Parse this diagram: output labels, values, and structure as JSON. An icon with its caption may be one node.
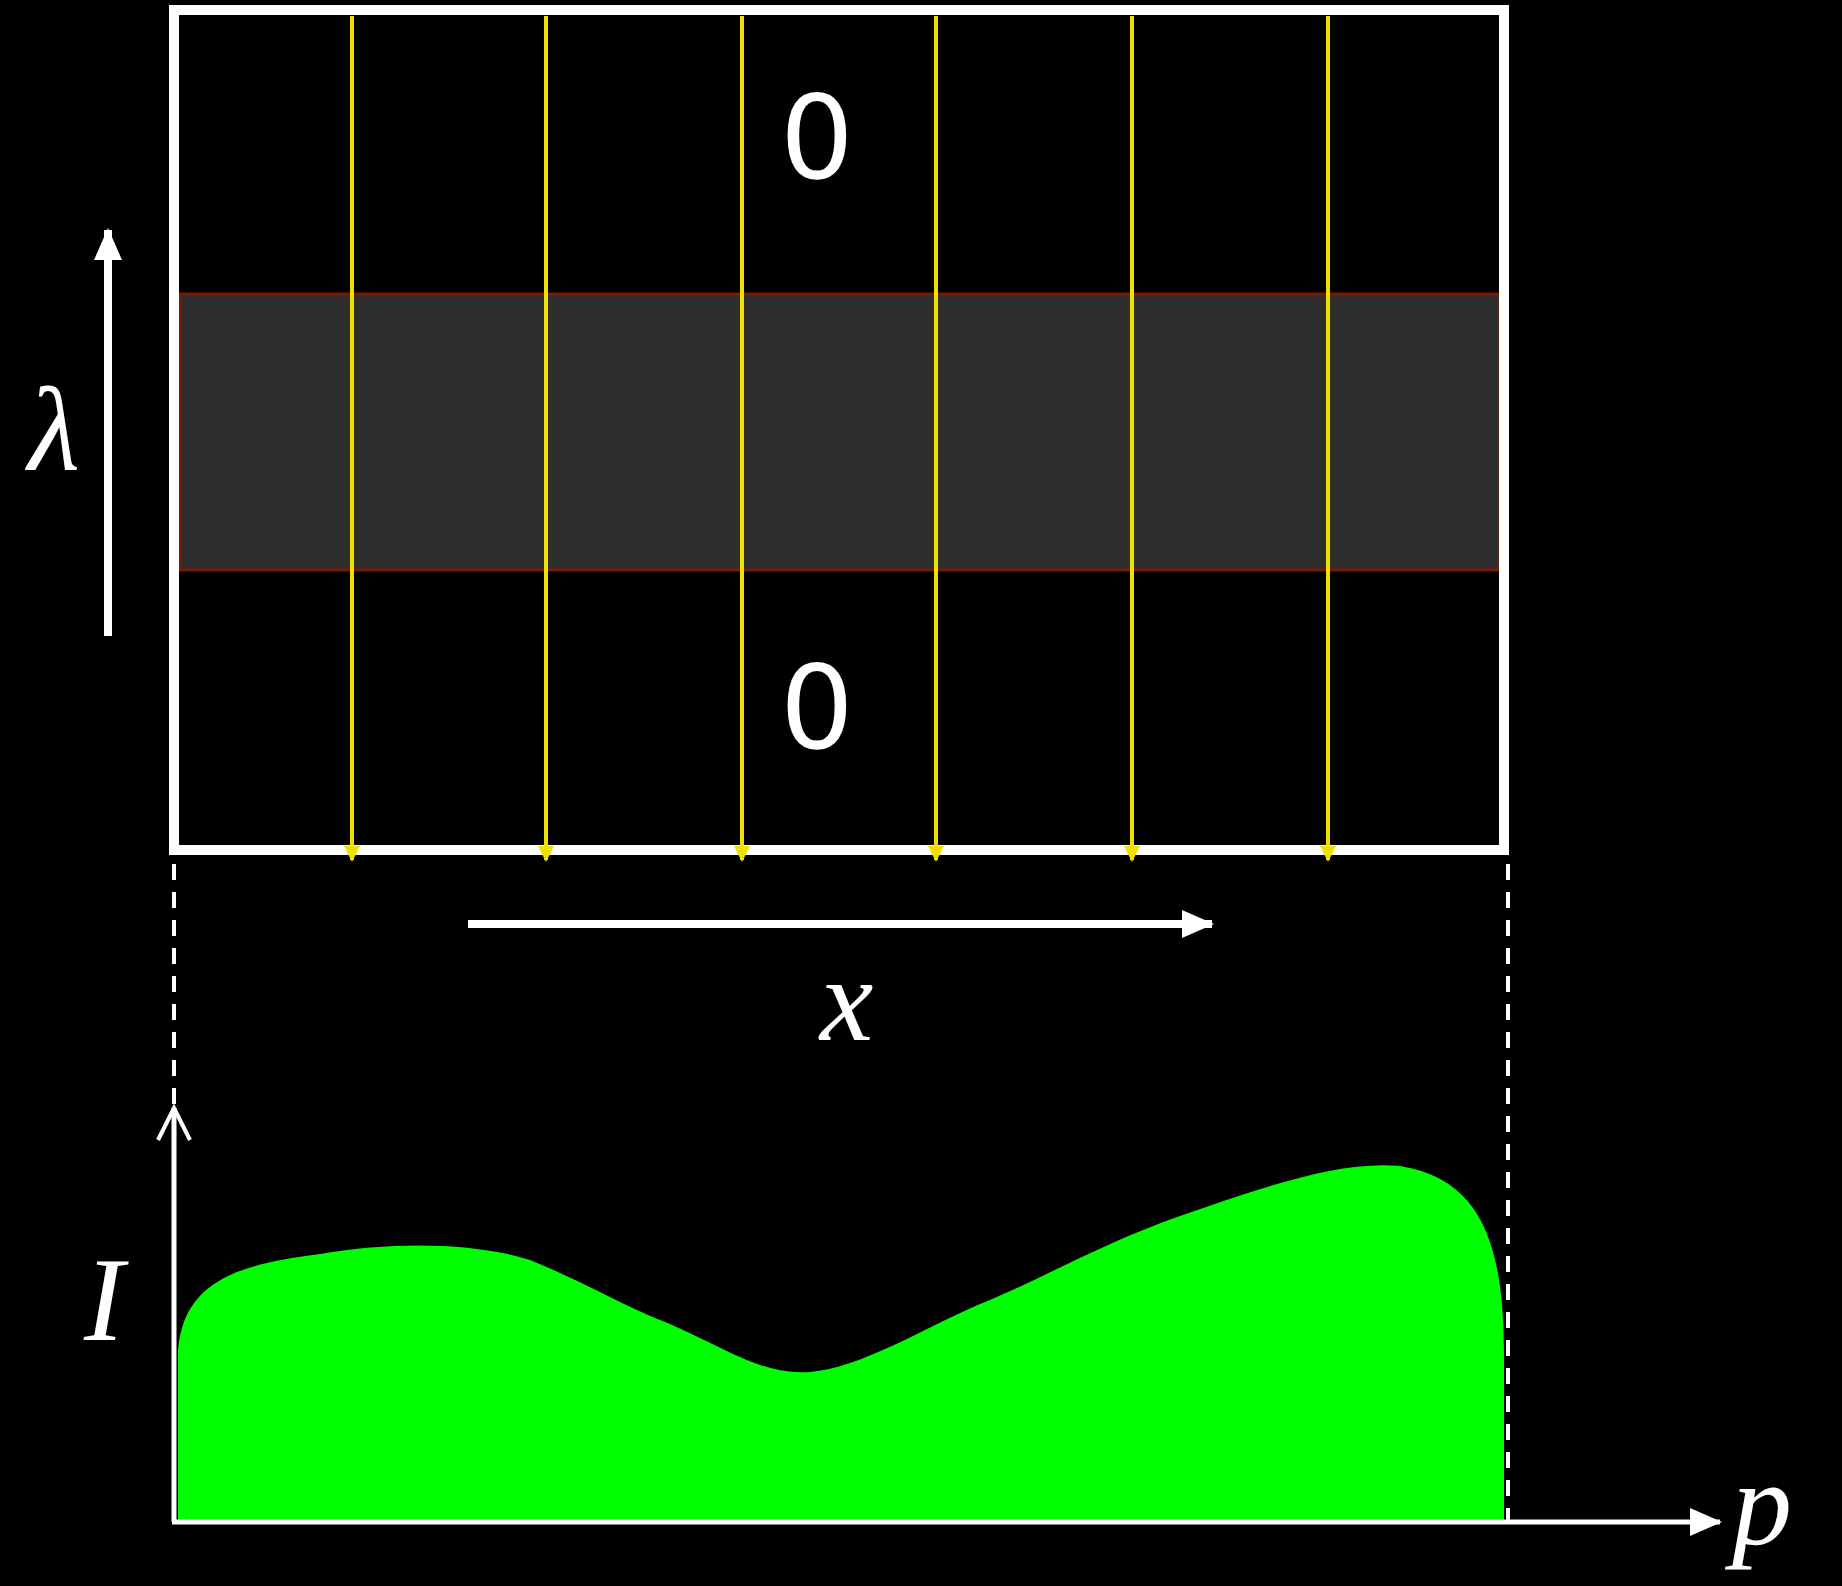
{
  "diagram": {
    "nodes": [
      {
        "text": [],
        "shape": "bar"
      },
      {
        "text": [],
        "shape": "picture"
      }
    ],
    "labels": [
      "0",
      "λ",
      "0",
      "x",
      "I",
      "p"
    ]
  }
}
